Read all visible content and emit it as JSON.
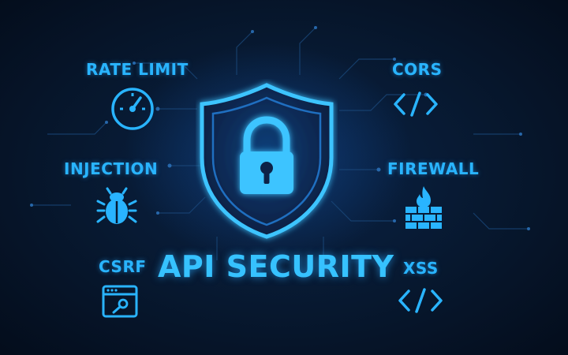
{
  "title": "API SECURITY",
  "labels": {
    "rate_limit": "RATE LIMIT",
    "injection": "INJECTION",
    "csrf": "CSRF",
    "cors": "CORS",
    "firewall": "FIREWALL",
    "xss": "XSS"
  },
  "icons": {
    "rate_limit": "gauge-icon",
    "injection": "bug-icon",
    "csrf": "browser-window-key-icon",
    "cors": "code-brackets-icon",
    "firewall": "firewall-icon",
    "xss": "code-brackets-icon",
    "center": "shield-lock-icon"
  },
  "colors": {
    "background": "#061428",
    "accent": "#29b4ff",
    "glow": "#36c2ff"
  }
}
